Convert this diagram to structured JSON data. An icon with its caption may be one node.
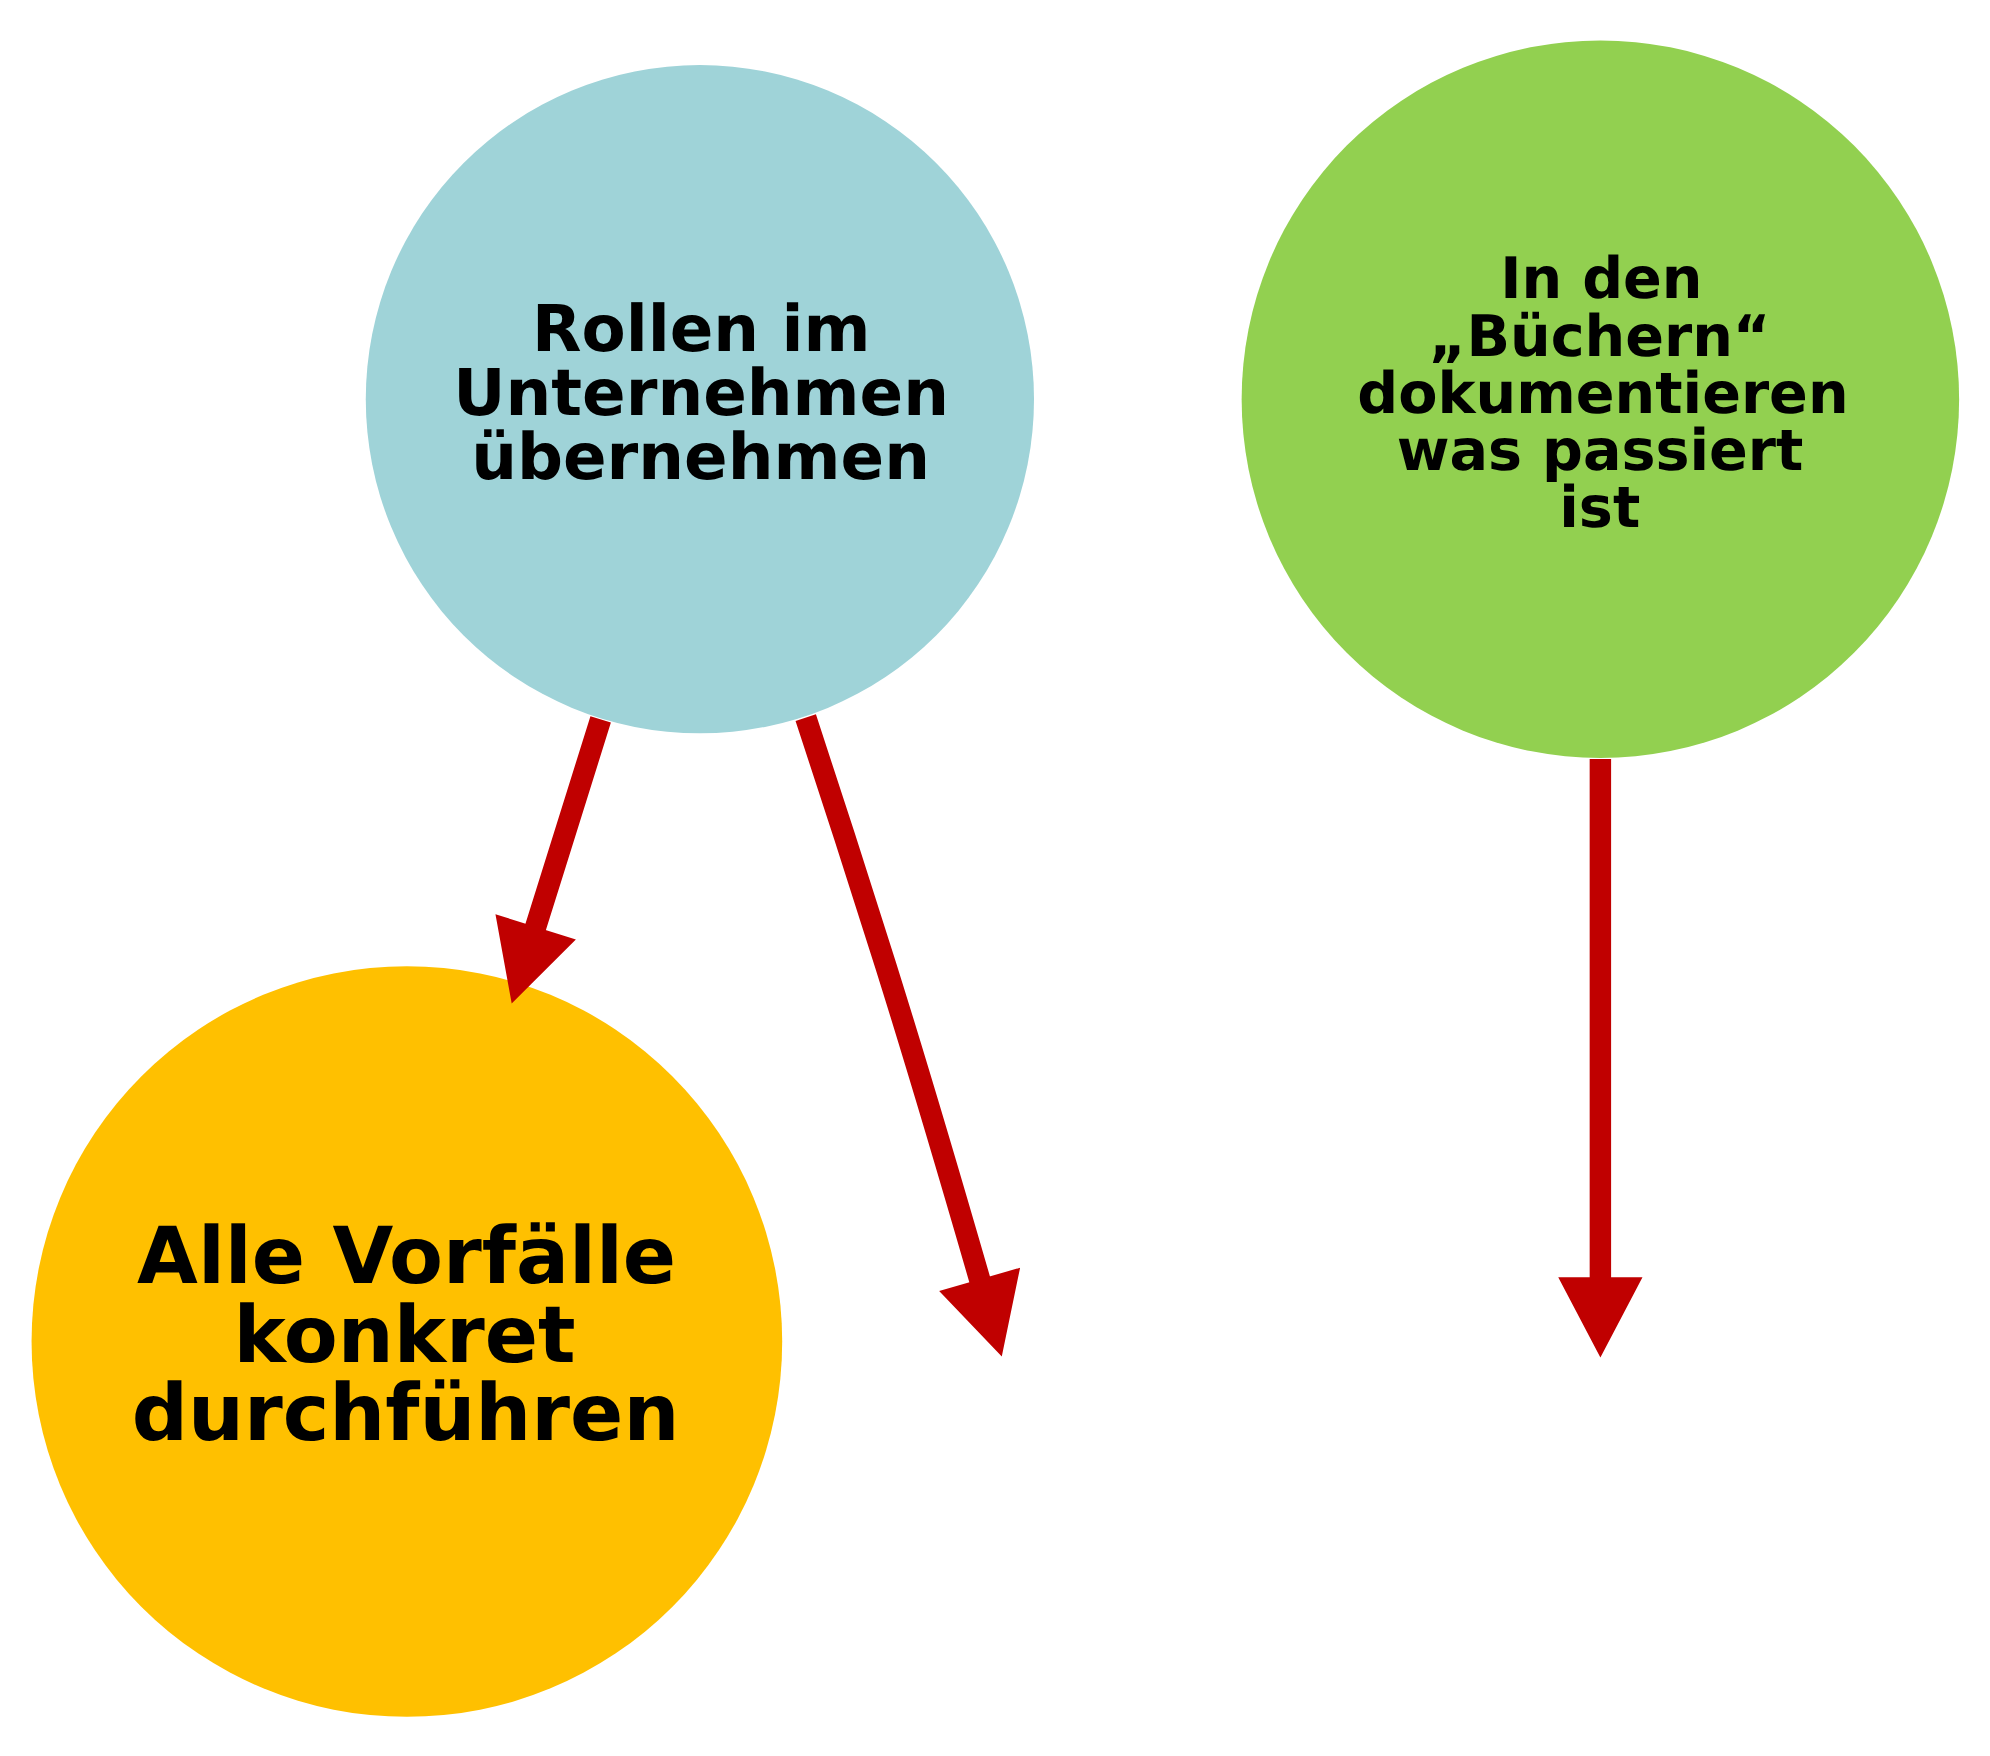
{
  "diagram": {
    "nodes": [
      {
        "text": [
          "Rollen im Unternehmen übernehmen"
        ]
      },
      {
        "text": [
          "In den „Büchern“ dokumentieren was passiert ist"
        ]
      },
      {
        "text": [
          "Alle Vorfälle konkret durchführen"
        ]
      }
    ],
    "edges": [
      {
        "from": 0,
        "to": null,
        "arrow": "to"
      },
      {
        "from": 1,
        "to": null,
        "arrow": "to"
      },
      {
        "from": 0,
        "to": 2,
        "arrow": "to"
      }
    ]
  }
}
